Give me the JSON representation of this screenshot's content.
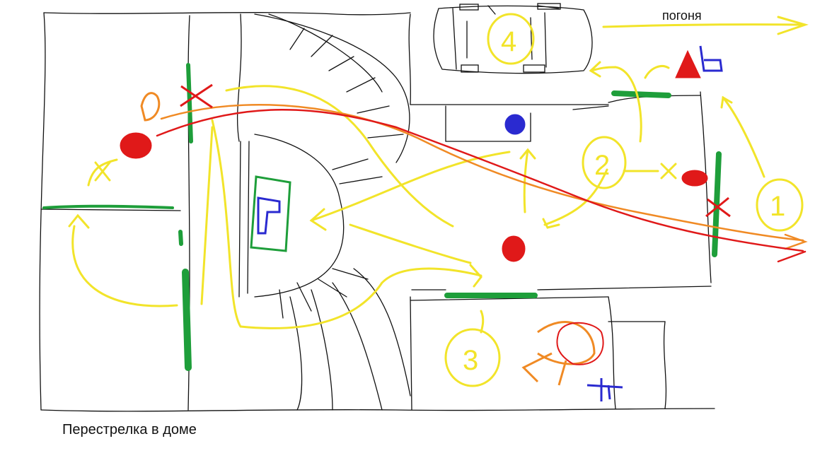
{
  "caption": "Перестрелка в доме",
  "chase_label": "погоня",
  "markers": [
    "1",
    "2",
    "3",
    "4"
  ],
  "colors": {
    "walls": "#111111",
    "cover": "#1e9e3a",
    "route": "#f2e42a",
    "enemy": "#e01919",
    "orange": "#f08a24",
    "blue": "#2a2ad0"
  }
}
